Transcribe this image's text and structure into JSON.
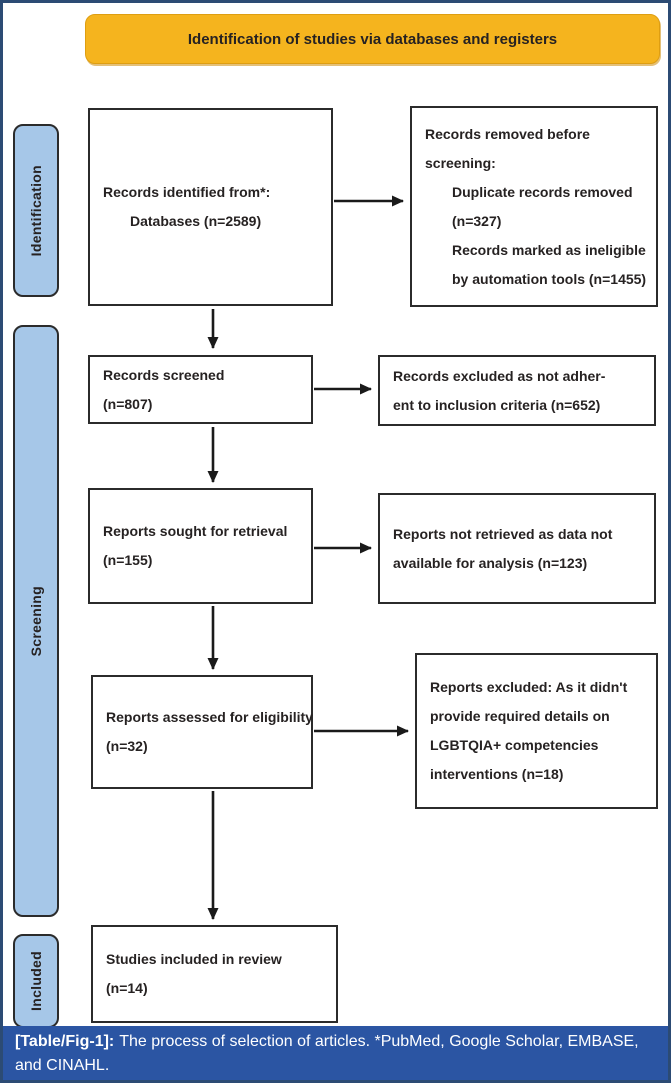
{
  "colors": {
    "frame_border": "#2C4B74",
    "banner_bg": "#F5B41E",
    "banner_edge": "#DE9E12",
    "stage_bg": "#A6C7E8",
    "box_border": "#2B2B2B",
    "caption_bg": "#2B55A3",
    "text": "#262222"
  },
  "banner": {
    "label": "Identification of studies via databases and registers"
  },
  "stages": [
    {
      "label": "Identification"
    },
    {
      "label": "Screening"
    },
    {
      "label": "Included"
    }
  ],
  "boxes": {
    "records_identified": {
      "lines": [
        {
          "t": "Records identified from*:",
          "i": 0
        },
        {
          "t": "Databases (n=2589)",
          "i": 1
        }
      ]
    },
    "records_removed": {
      "lines": [
        {
          "t": "Records removed before",
          "i": 0
        },
        {
          "t": "screening:",
          "i": 0
        },
        {
          "t": "Duplicate records removed",
          "i": 1
        },
        {
          "t": "(n=327)",
          "i": 1
        },
        {
          "t": "Records marked as ineligible",
          "i": 1
        },
        {
          "t": "by automation tools (n=1455)",
          "i": 1
        }
      ]
    },
    "records_screened": {
      "lines": [
        {
          "t": "Records screened",
          "i": 0
        },
        {
          "t": "(n=807)",
          "i": 0
        }
      ]
    },
    "records_excluded": {
      "lines": [
        {
          "t": "Records excluded as not adher-",
          "i": 0
        },
        {
          "t": "ent to inclusion criteria (n=652)",
          "i": 0
        }
      ]
    },
    "reports_sought": {
      "lines": [
        {
          "t": "Reports sought for retrieval",
          "i": 0
        },
        {
          "t": "(n=155)",
          "i": 0
        }
      ]
    },
    "reports_not_retrieved": {
      "lines": [
        {
          "t": "Reports not retrieved as data not",
          "i": 0
        },
        {
          "t": "available for analysis (n=123)",
          "i": 0
        }
      ]
    },
    "reports_assessed": {
      "lines": [
        {
          "t": "Reports assessed for eligibility",
          "i": 0
        },
        {
          "t": "(n=32)",
          "i": 0
        }
      ]
    },
    "reports_excluded": {
      "lines": [
        {
          "t": "Reports excluded: As it didn't",
          "i": 0
        },
        {
          "t": "provide required details on",
          "i": 0
        },
        {
          "t": "LGBTQIA+ competencies",
          "i": 0
        },
        {
          "t": "interventions (n=18)",
          "i": 0
        }
      ]
    },
    "studies_included": {
      "lines": [
        {
          "t": "Studies included in review",
          "i": 0
        },
        {
          "t": "(n=14)",
          "i": 0
        }
      ]
    }
  },
  "caption": {
    "prefix": "[Table/Fig-1]:",
    "text": "The process of selection of articles. *PubMed, Google Scholar, EMBASE, and CINAHL."
  }
}
